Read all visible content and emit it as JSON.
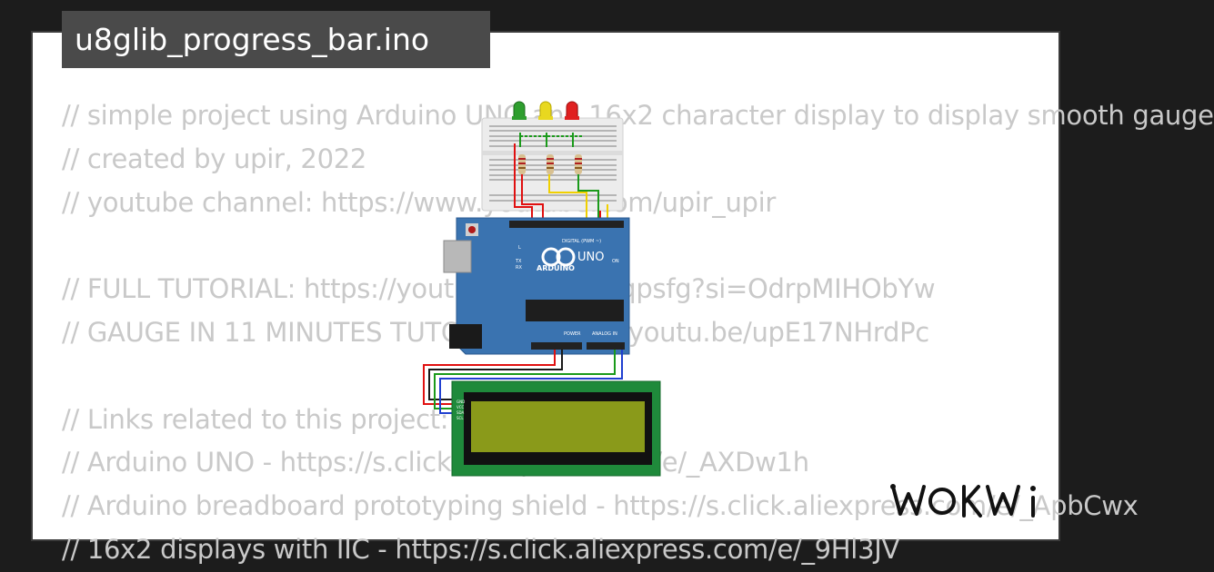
{
  "file": {
    "title": "u8glib_progress_bar.ino"
  },
  "code": {
    "lines": [
      "// simple project using Arduino UNO and 16x2 character display to display smooth gauge",
      "// created by upir, 2022",
      "// youtube channel: https://www.youtube.com/upir_upir",
      "",
      "// FULL TUTORIAL: https://youtu.be/cx9CoGqpsfg?si=OdrpMIHObYw",
      "// GAUGE IN 11 MINUTES TUTORIAL: https://youtu.be/upE17NHrdPc",
      "",
      "// Links related to this project:",
      "// Arduino UNO - https://s.click.aliexpress.com/e/_AXDw1h",
      "// Arduino breadboard prototyping shield - https://s.click.aliexpress.com/e/_ApbCwx",
      "// 16x2 displays with IIC - https://s.click.aliexpress.com/e/_9Hl3JV"
    ]
  },
  "board": {
    "brand": "ARDUINO",
    "model": "UNO",
    "digital_label": "DIGITAL (PWM ~)",
    "analog_label": "ANALOG IN",
    "power_label": "POWER",
    "on_label": "ON",
    "tx_label": "TX",
    "rx_label": "RX",
    "l_label": "L"
  },
  "lcd": {
    "pins": [
      "GND",
      "VCC",
      "SDA",
      "SCL"
    ]
  },
  "brand": {
    "logo_text": "WOKWi"
  },
  "colors": {
    "background": "#1c1c1c",
    "panel": "#ffffff",
    "code_text": "#c9c9c9",
    "tab": "#4a4a4a",
    "board": "#3a73b0",
    "lcd_frame": "#1f8a3b",
    "lcd_screen": "#8a9a1a",
    "led_green": "#2e9e2e",
    "led_yellow": "#e8d820",
    "led_red": "#e02020",
    "wire_red": "#e01010",
    "wire_green": "#1a9a1a",
    "wire_blue": "#1f3fd0",
    "wire_yellow": "#f0d000"
  }
}
